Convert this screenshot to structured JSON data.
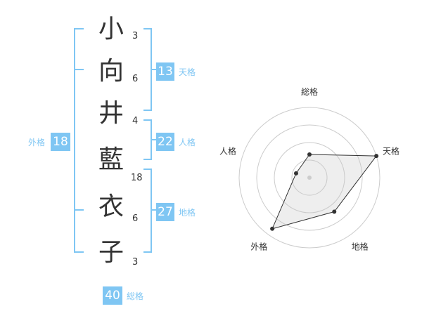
{
  "name": [
    {
      "char": "小",
      "strokes": "3"
    },
    {
      "char": "向",
      "strokes": "6"
    },
    {
      "char": "井",
      "strokes": "4"
    },
    {
      "char": "藍",
      "strokes": "18"
    },
    {
      "char": "衣",
      "strokes": "6"
    },
    {
      "char": "子",
      "strokes": "3"
    }
  ],
  "fortune": {
    "tenkaku": {
      "value": "13",
      "label": "天格"
    },
    "jinkaku": {
      "value": "22",
      "label": "人格"
    },
    "chikaku": {
      "value": "27",
      "label": "地格"
    },
    "gaikaku": {
      "value": "18",
      "label": "外格"
    },
    "soukaku": {
      "value": "40",
      "label": "総格"
    }
  },
  "chart_data": {
    "type": "radar",
    "axes": [
      "総格",
      "天格",
      "地格",
      "外格",
      "人格"
    ],
    "values": [
      0.33,
      1.0,
      0.6,
      0.9,
      0.2
    ],
    "rings": 4,
    "accent": "#7fc6f3"
  }
}
